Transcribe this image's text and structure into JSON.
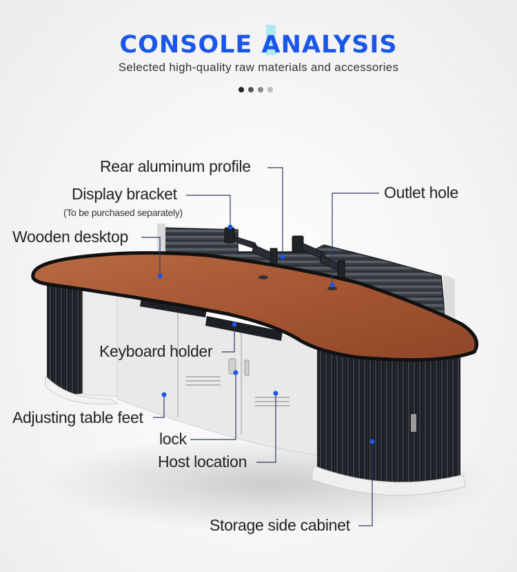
{
  "header": {
    "title": "CONSOLE ANALYSIS",
    "subtitle": "Selected high-quality raw materials and accessories",
    "dots": [
      "#222222",
      "#555555",
      "#888888",
      "#bbbbbb"
    ]
  },
  "labels": {
    "rear_aluminum_profile": "Rear aluminum profile",
    "display_bracket": "Display bracket",
    "display_bracket_note": "(To be purchased separately)",
    "outlet_hole": "Outlet hole",
    "wooden_desktop": "Wooden desktop",
    "keyboard_holder": "Keyboard holder",
    "adjusting_table_feet": "Adjusting table feet",
    "lock": "lock",
    "host_location": "Host location",
    "storage_side_cabinet": "Storage side cabinet"
  },
  "colors": {
    "accent": "#1a56e8",
    "marker": "#1a56e8",
    "leader_line": "#2c3a66",
    "desktop": "#a85a36",
    "cabinet_black": "#1f2226",
    "cabinet_white": "#e8e8e8"
  }
}
